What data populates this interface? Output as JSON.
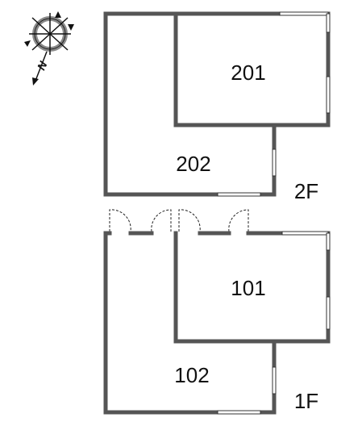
{
  "compass": {
    "icon": "compass-rose-icon",
    "north_label": "N"
  },
  "floors": [
    {
      "id": "2F",
      "label": "2F",
      "units": [
        {
          "id": "201",
          "label": "201"
        },
        {
          "id": "202",
          "label": "202"
        }
      ]
    },
    {
      "id": "1F",
      "label": "1F",
      "units": [
        {
          "id": "101",
          "label": "101"
        },
        {
          "id": "102",
          "label": "102"
        }
      ]
    }
  ],
  "colors": {
    "wall": "#555555",
    "wall_edge": "#111111",
    "background": "#ffffff"
  }
}
